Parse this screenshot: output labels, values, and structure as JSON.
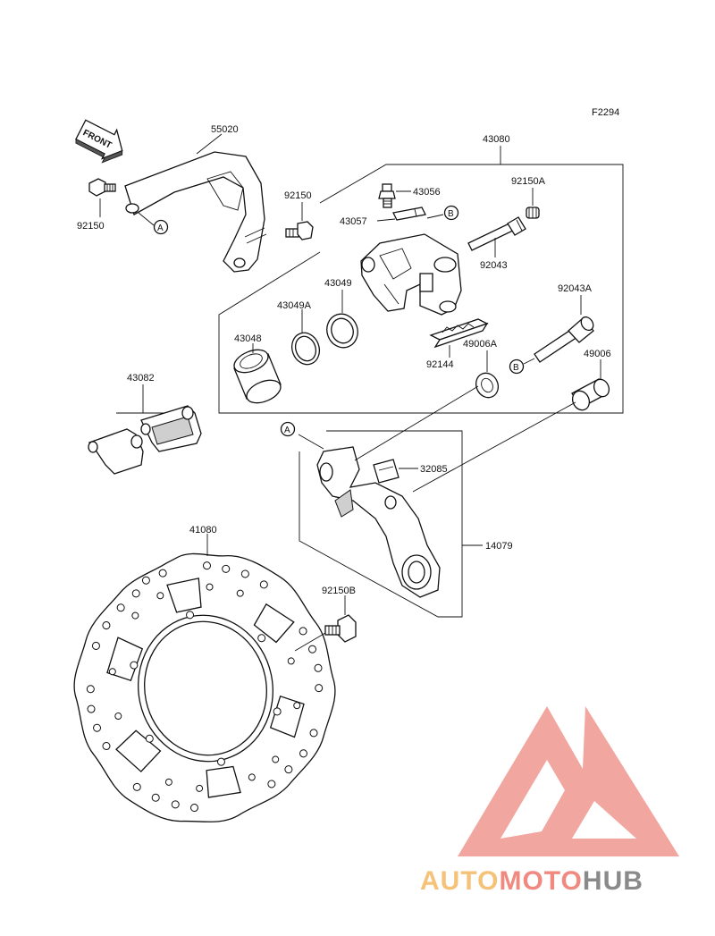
{
  "figure_code": "F2294",
  "front_label": "FRONT",
  "parts": {
    "p55020": "55020",
    "p43080": "43080",
    "p92150_left": "92150",
    "p92150_right": "92150",
    "p43056": "43056",
    "p92150A": "92150A",
    "p43057": "43057",
    "p92043": "92043",
    "p43049": "43049",
    "p43049A": "43049A",
    "p43048": "43048",
    "p92043A": "92043A",
    "p49006A": "49006A",
    "p49006": "49006",
    "p92144": "92144",
    "p43082": "43082",
    "p32085": "32085",
    "p14079": "14079",
    "p41080": "41080",
    "p92150B": "92150B"
  },
  "refs": {
    "A_top": "A",
    "B_top": "B",
    "B_mid": "B",
    "A_bottom": "A"
  },
  "watermark": {
    "part1": "AUTO",
    "part2": "MOTO",
    "part3": "HUB",
    "colors": {
      "auto": "#f5c27a",
      "moto": "#f08a80",
      "hub": "#8a8a8a",
      "logo": "#f0978f"
    }
  }
}
